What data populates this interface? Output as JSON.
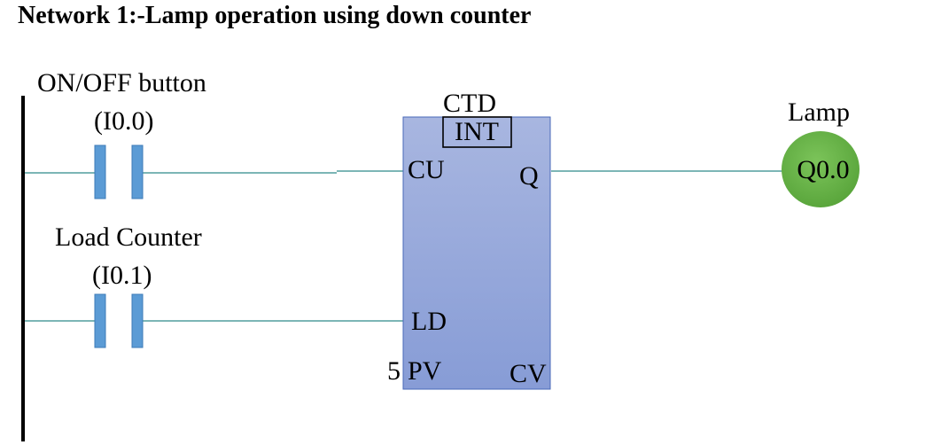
{
  "network_title": "Network 1:-Lamp operation using down counter",
  "contacts": [
    {
      "label": "ON/OFF button",
      "address": "(I0.0)"
    },
    {
      "label": "Load Counter",
      "address": "(I0.1)"
    }
  ],
  "counter": {
    "type": "CTD",
    "datatype": "INT",
    "inputs": {
      "cu": "CU",
      "ld": "LD",
      "pv": "PV"
    },
    "outputs": {
      "q": "Q",
      "cv": "CV"
    },
    "preset_value": "5"
  },
  "coil": {
    "label": "Lamp",
    "address": "Q0.0"
  },
  "colors": {
    "wire": "#2e8b8b",
    "contact": "#5b9bd5",
    "block_top": "#a8b6e0",
    "block_bottom": "#8a9fd8",
    "block_border": "#4a6ab8",
    "coil_fill": "#6ab04c",
    "rail": "#000000"
  }
}
